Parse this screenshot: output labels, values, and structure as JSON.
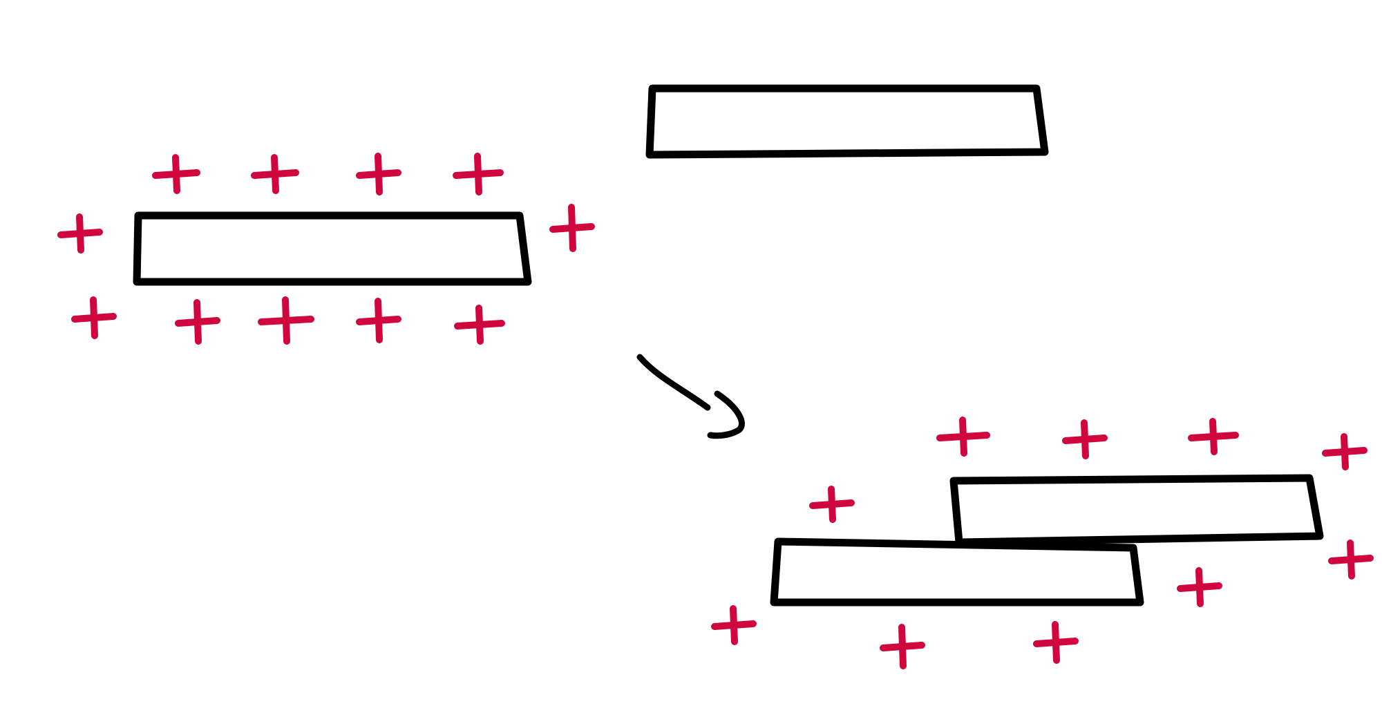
{
  "colors": {
    "background": "#ffffff",
    "outline": "#000000",
    "charge": "#d0063f"
  },
  "diagram": {
    "groups": [
      {
        "name": "charged-bar-left",
        "charged": true
      },
      {
        "name": "neutral-bar-top",
        "charged": false
      },
      {
        "name": "stacked-charged-bars",
        "charged": true
      }
    ],
    "charge_symbol": "+",
    "transition_icon": "curved-arrow-icon"
  }
}
